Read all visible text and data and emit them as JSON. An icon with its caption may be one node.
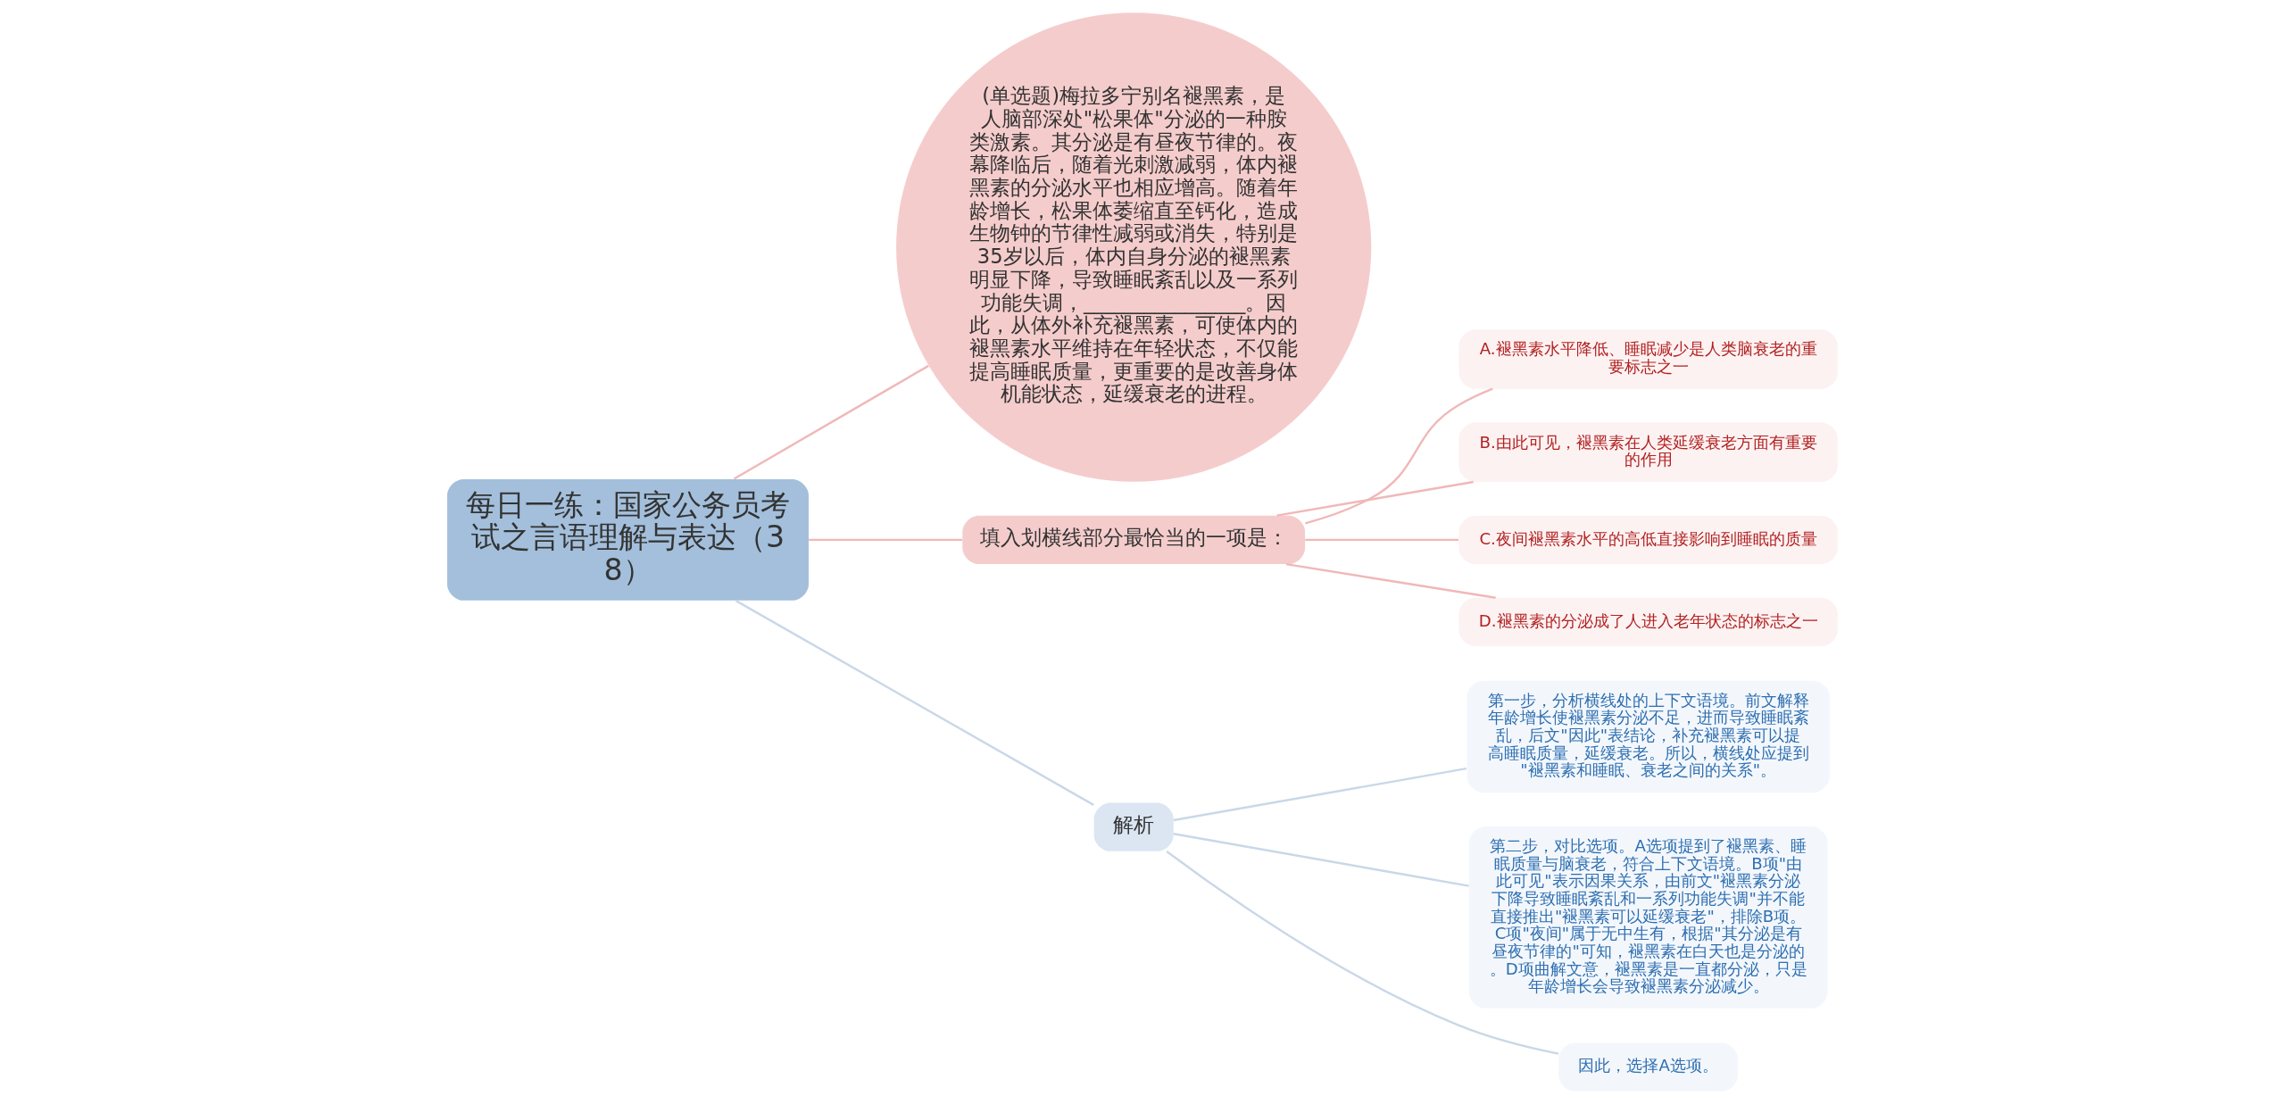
{
  "diagram": {
    "nodes": [
      {
        "text": [
          "每日一练：国家公务员考试之言语理解与表达（38）"
        ]
      },
      {
        "text": [
          "(单选题)梅拉多宁别名褪黑素，是人脑部深处\"松果体\"分泌的一种胺类激素。其分泌是有昼夜节律的。夜幕降临后，随着光刺激减弱，体内褪黑素的分泌水平也相应增高。随着年龄增长，松果体萎缩直至钙化，造成生物钟的节律性减弱或消失，特别是35岁以后，体内自身分泌的褪黑素明显下降，导致睡眠紊乱以及一系列功能失调，________________。因此，从体外补充褪黑素，可使体内的褪黑素水平维持在年轻状态，不仅能提高睡眠质量，更重要的是改善身体机能状态，延缓衰老的进程。"
        ]
      },
      {
        "text": [
          "填入划横线部分最恰当的一项是："
        ]
      },
      {
        "text": [
          "A.褪黑素水平降低、睡眠减少是人类脑衰老的重要标志之一"
        ]
      },
      {
        "text": [
          "B.由此可见，褪黑素在人类延缓衰老方面有重要的作用"
        ]
      },
      {
        "text": [
          "C.夜间褪黑素水平的高低直接影响到睡眠的质量"
        ]
      },
      {
        "text": [
          "D.褪黑素的分泌成了人进入老年状态的标志之一"
        ]
      },
      {
        "text": [
          "解析"
        ]
      },
      {
        "text": [
          "第一步，分析横线处的上下文语境。前文解释年龄增长使褪黑素分泌不足，进而导致睡眠紊乱，后文\"因此\"表结论，补充褪黑素可以提高睡眠质量，延缓衰老。所以，横线处应提到\"褪黑素和睡眠、衰老之间的关系\"。"
        ]
      },
      {
        "text": [
          "第二步，对比选项。A选项提到了褪黑素、睡眠质量与脑衰老，符合上下文语境。B项\"由此可见\"表示因果关系，由前文\"褪黑素分泌下降导致睡眠紊乱和一系列功能失调\"并不能直接推出\"褪黑素可以延缓衰老\"，排除B项。C项\"夜间\"属于无中生有，根据\"其分泌是有昼夜节律的\"可知，褪黑素在白天也是分泌的。D项曲解文意，褪黑素是一直都分泌，只是年龄增长会导致褪黑素分泌减少。"
        ]
      },
      {
        "text": [
          "因此，选择A选项。"
        ]
      }
    ],
    "edges": [
      {
        "from": 0,
        "to": 1,
        "arrow": "none"
      },
      {
        "from": 0,
        "to": 2,
        "arrow": "none"
      },
      {
        "from": 2,
        "to": 3,
        "arrow": "none"
      },
      {
        "from": 2,
        "to": 4,
        "arrow": "none"
      },
      {
        "from": 2,
        "to": 5,
        "arrow": "none"
      },
      {
        "from": 2,
        "to": 6,
        "arrow": "none"
      },
      {
        "from": 0,
        "to": 7,
        "arrow": "none",
        "color": "#c9d8e8"
      },
      {
        "from": 7,
        "to": 8,
        "arrow": "none",
        "color": "#c9d8e8"
      },
      {
        "from": 7,
        "to": 9,
        "arrow": "none",
        "color": "#c9d8e8"
      },
      {
        "from": 7,
        "to": 10,
        "arrow": "none",
        "color": "#c9d8e8"
      }
    ]
  }
}
